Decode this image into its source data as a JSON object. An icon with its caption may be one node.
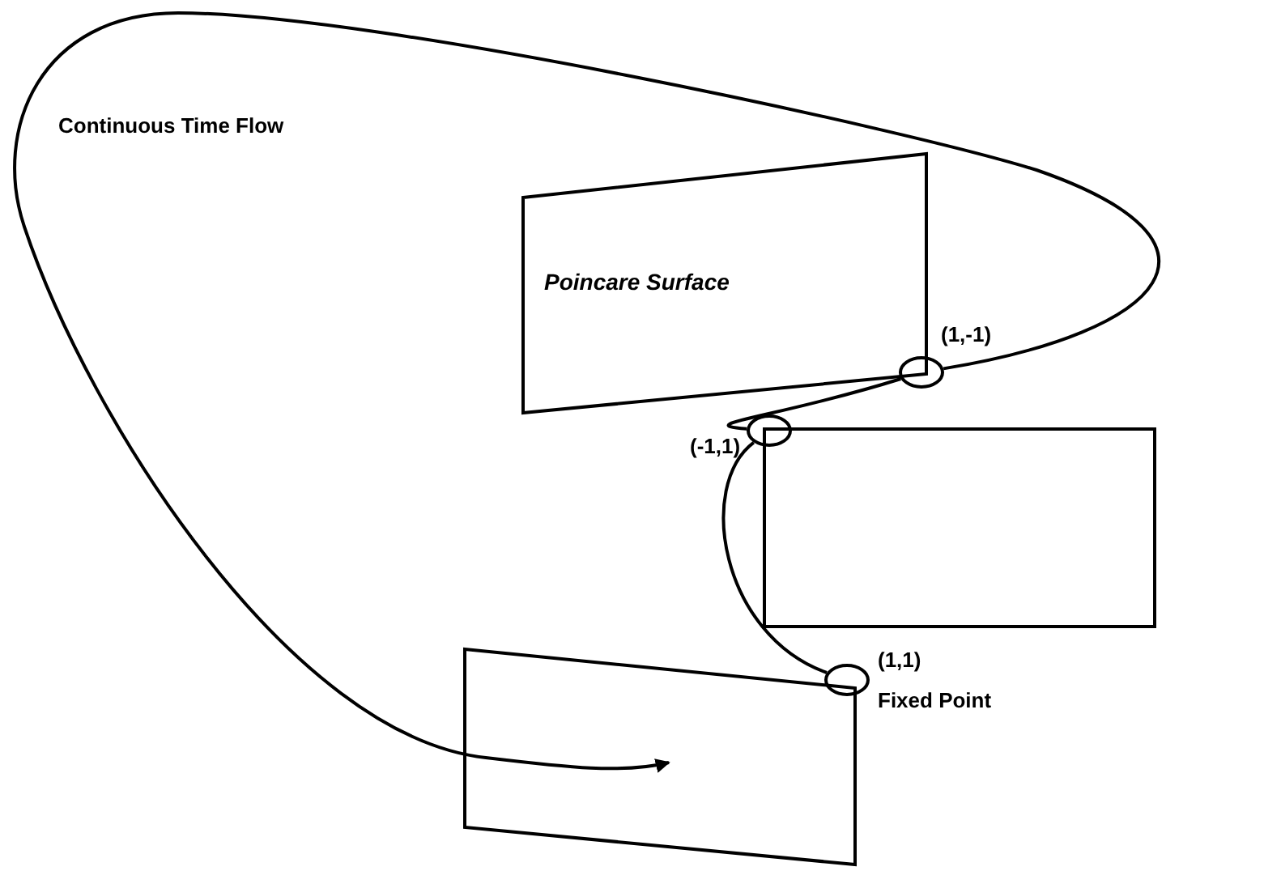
{
  "diagram": {
    "nodes": [
      {
        "text": [
          "Poincare Surface"
        ]
      },
      {
        "text": [],
        "shape": "box"
      },
      {
        "text": [],
        "shape": "box"
      },
      {
        "text": [],
        "shape": "circle",
        "beside": [
          "(1,-1)"
        ]
      },
      {
        "text": [],
        "shape": "circle",
        "beside": [
          "(-1,1)"
        ]
      },
      {
        "text": [],
        "shape": "circle",
        "beside": [
          "(1,1)",
          "Fixed Point"
        ]
      }
    ],
    "edges": [
      {
        "from": 5,
        "to": 4,
        "arrow": "none"
      },
      {
        "from": 4,
        "to": 3,
        "arrow": "none"
      },
      {
        "from": 3,
        "to": 2,
        "arrow": "to"
      }
    ],
    "labels": [
      "Continuous Time Flow"
    ]
  }
}
